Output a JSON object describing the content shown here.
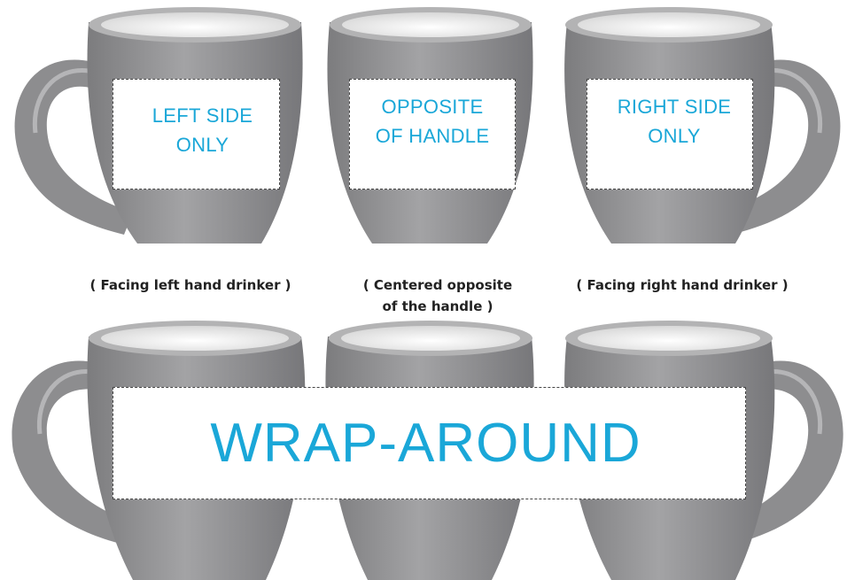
{
  "panels": [
    {
      "print_text": "LEFT SIDE\nONLY",
      "caption": "( Facing left hand drinker )"
    },
    {
      "print_text": "OPPOSITE\nOF HANDLE",
      "caption": "( Centered opposite\nof the handle )"
    },
    {
      "print_text": "RIGHT SIDE\nONLY",
      "caption": "( Facing right hand drinker )"
    }
  ],
  "wrap": {
    "print_text": "WRAP-AROUND"
  },
  "colors": {
    "mug_body": "#8f8f90",
    "mug_shade": "#6e6e70",
    "mug_rim": "#a9a9aa",
    "mug_inside": "#f4f4f4",
    "print_text": "#1aa7d8"
  }
}
